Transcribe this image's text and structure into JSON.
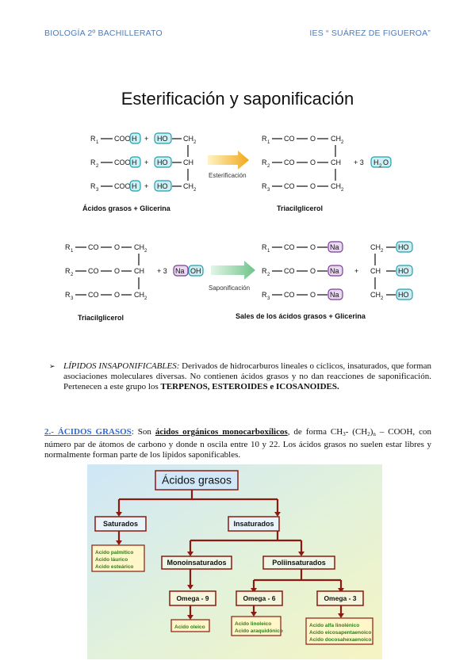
{
  "header": {
    "left": "BIOLOGÍA 2º BACHILLERATO",
    "right": "IES “ SUÁREZ DE FIGUEROA”"
  },
  "title": "Esterificación y saponificación",
  "esterification": {
    "rows_left": [
      {
        "r": "R",
        "sub": "1",
        "acid": "COO",
        "h": "H",
        "ho": "HO",
        "glyc": "CH",
        "gsub": "2"
      },
      {
        "r": "R",
        "sub": "2",
        "acid": "COO",
        "h": "H",
        "ho": "HO",
        "glyc": "CH",
        "gsub": ""
      },
      {
        "r": "R",
        "sub": "3",
        "acid": "COO",
        "h": "H",
        "ho": "HO",
        "glyc": "CH",
        "gsub": "2"
      }
    ],
    "plus": "+",
    "arrow_label": "Esterificación",
    "rows_right": [
      {
        "r": "R",
        "sub": "1",
        "co": "CO",
        "o": "O",
        "glyc": "CH",
        "gsub": "2"
      },
      {
        "r": "R",
        "sub": "2",
        "co": "CO",
        "o": "O",
        "glyc": "CH",
        "gsub": ""
      },
      {
        "r": "R",
        "sub": "3",
        "co": "CO",
        "o": "O",
        "glyc": "CH",
        "gsub": "2"
      }
    ],
    "water_coef": "+ 3",
    "water": "H",
    "water_sub": "2",
    "water_o": "O",
    "caption_left": "Ácidos grasos  +  Glicerina",
    "caption_right": "Triacilglicerol"
  },
  "saponification": {
    "rows_left": [
      {
        "r": "R",
        "sub": "1",
        "co": "CO",
        "o": "O",
        "glyc": "CH",
        "gsub": "2"
      },
      {
        "r": "R",
        "sub": "2",
        "co": "CO",
        "o": "O",
        "glyc": "CH",
        "gsub": ""
      },
      {
        "r": "R",
        "sub": "3",
        "co": "CO",
        "o": "O",
        "glyc": "CH",
        "gsub": "2"
      }
    ],
    "base_coef": "+ 3",
    "na": "Na",
    "oh": "OH",
    "arrow_label": "Saponificación",
    "rows_right": [
      {
        "r": "R",
        "sub": "1",
        "co": "CO",
        "o": "O",
        "na": "Na",
        "glyc": "CH",
        "gsub": "2",
        "ho": "HO"
      },
      {
        "r": "R",
        "sub": "2",
        "co": "CO",
        "o": "O",
        "na": "Na",
        "glyc": "CH",
        "gsub": "",
        "ho": "HO"
      },
      {
        "r": "R",
        "sub": "3",
        "co": "CO",
        "o": "O",
        "na": "Na",
        "glyc": "CH",
        "gsub": "2",
        "ho": "HO"
      }
    ],
    "caption_left": "Triacilglicerol",
    "caption_right": "Sales de los ácidos grasos   +   Glicerina"
  },
  "bullet": {
    "italic": "LÍPIDOS INSAPONIFICABLES:",
    "text": " Derivados de hidrocarburos lineales o cíclicos, insaturados, que forman asociaciones moleculares diversas. No contienen ácidos grasos y no dan reacciones de saponificación. Pertenecen a este grupo los ",
    "bold": "TERPENOS, ESTEROIDES e ICOSANOIDES."
  },
  "para": {
    "num": "2.- ",
    "link": "ÁCIDOS GRASOS",
    "t1": ": Son ",
    "bold": "ácidos orgánicos monocarboxílicos",
    "t2": ", de forma CH",
    "s1": "3",
    "t3": "- (CH",
    "s2": "2",
    "t4": ")",
    "s3": "n",
    "t5": " – COOH, con número par de átomos de carbono y donde n oscila entre 10 y 22. Los ácidos grasos no suelen estar libres y normalmente forman parte de los lípidos saponificables."
  },
  "tree": {
    "root": "Ácidos grasos",
    "saturated": "Saturados",
    "unsaturated": "Insaturados",
    "saturated_examples": [
      "Acido palmítico",
      "Acido láurico",
      "Acido esteárico"
    ],
    "mono": "Monoinsaturados",
    "poly": "Poliinsaturados",
    "omega9": "Omega - 9",
    "omega6": "Omega - 6",
    "omega3": "Omega - 3",
    "omega9_examples": [
      "Acido oleico"
    ],
    "omega6_examples": [
      "Acido linoleico",
      "Acido araquidónico"
    ],
    "omega3_examples": [
      "Acido alfa linolénico",
      "Acido eicosapentaenoico",
      "Acido docosahexaenoico"
    ]
  }
}
